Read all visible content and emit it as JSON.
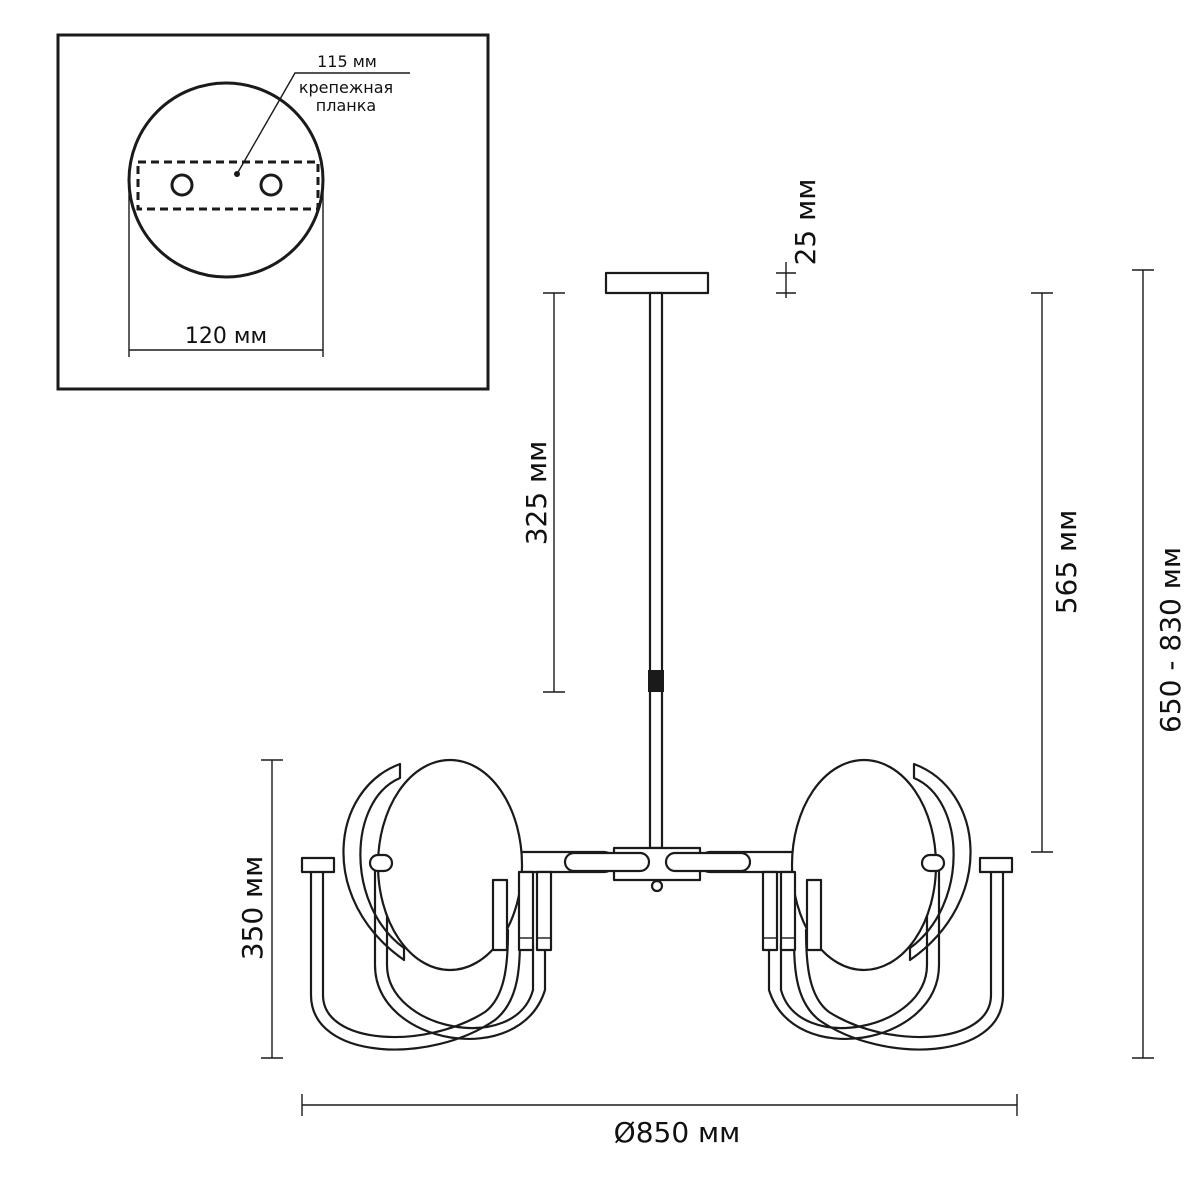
{
  "inset": {
    "mount_plate_offset": "115 мм",
    "mount_plate_label_line1": "крепежная",
    "mount_plate_label_line2": "планка",
    "canopy_diameter": "120 мм"
  },
  "dimensions": {
    "canopy_height": "25 мм",
    "rod_length": "325 мм",
    "rod_to_arms": "565 мм",
    "total_height": "650 - 830 мм",
    "body_height": "350 мм",
    "diameter": "Ø850 мм"
  }
}
